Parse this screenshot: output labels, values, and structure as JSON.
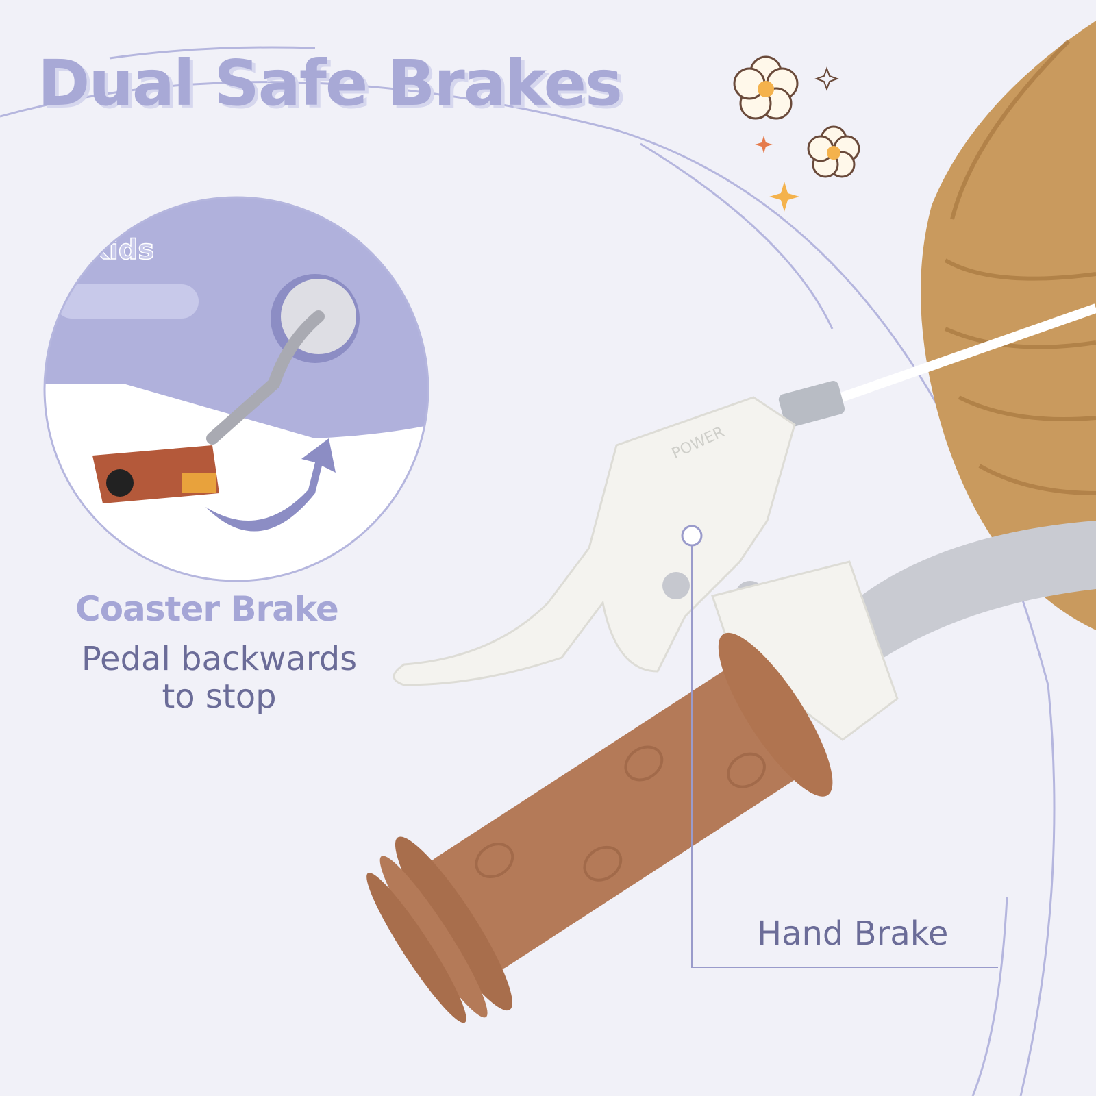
{
  "title": "Dual Safe Brakes",
  "coaster_brake": {
    "title": "Coaster Brake",
    "line1": "Pedal backwards",
    "line2": "to stop"
  },
  "hand_brake": {
    "label": "Hand Brake"
  },
  "logo_lettering": "Kids",
  "lever_lettering": "POWER",
  "colors": {
    "background": "#f1f1f8",
    "accent_lavender": "#a8a9d6",
    "text_dark": "#6b6c98",
    "grip_brown": "#b47a58",
    "basket": "#c99a5e"
  }
}
